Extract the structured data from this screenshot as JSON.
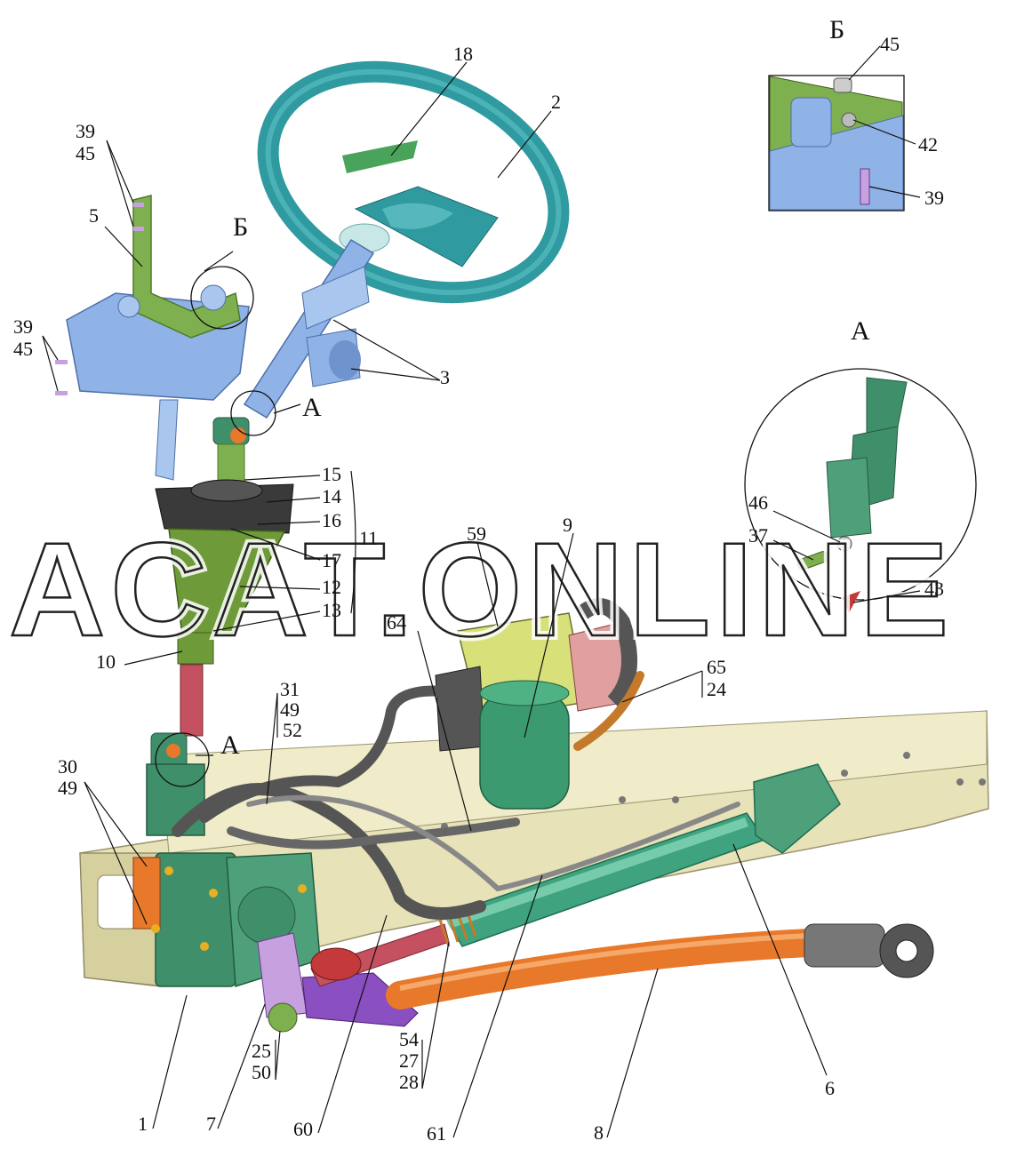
{
  "watermark": "ACAT.ONLINE",
  "view_labels": {
    "detail_b": "Б",
    "detail_a": "А"
  },
  "callouts": {
    "c18": "18",
    "c2": "2",
    "c3": "3",
    "c5": "5",
    "c39a": "39",
    "c45a": "45",
    "c39b": "39",
    "c45b": "45",
    "c15": "15",
    "c14": "14",
    "c16": "16",
    "c17": "17",
    "c12": "12",
    "c13": "13",
    "c11": "11",
    "c10": "10",
    "c59": "59",
    "c9": "9",
    "c64": "64",
    "c65": "65",
    "c24": "24",
    "c31": "31",
    "c49a": "49",
    "c52": "52",
    "c30": "30",
    "c49b": "49",
    "c25": "25",
    "c50": "50",
    "c54": "54",
    "c27": "27",
    "c28": "28",
    "c1": "1",
    "c7": "7",
    "c60": "60",
    "c61": "61",
    "c8": "8",
    "c6": "6",
    "inset_b_45": "45",
    "inset_b_42": "42",
    "inset_b_39": "39",
    "inset_a_46": "46",
    "inset_a_37": "37",
    "inset_a_43": "43"
  },
  "colors": {
    "wheel": "#2f9aa0",
    "column": "#8fb3e6",
    "gear_green": "#3f8f6b",
    "bracket_green": "#7fb04f",
    "frame_beige": "#e8e2b8",
    "hose_dark": "#444444",
    "rod_orange": "#e8782a",
    "lever_purple": "#8a4fc0",
    "reservoir": "#3c9a70",
    "pump_yellow": "#d8e07a"
  }
}
